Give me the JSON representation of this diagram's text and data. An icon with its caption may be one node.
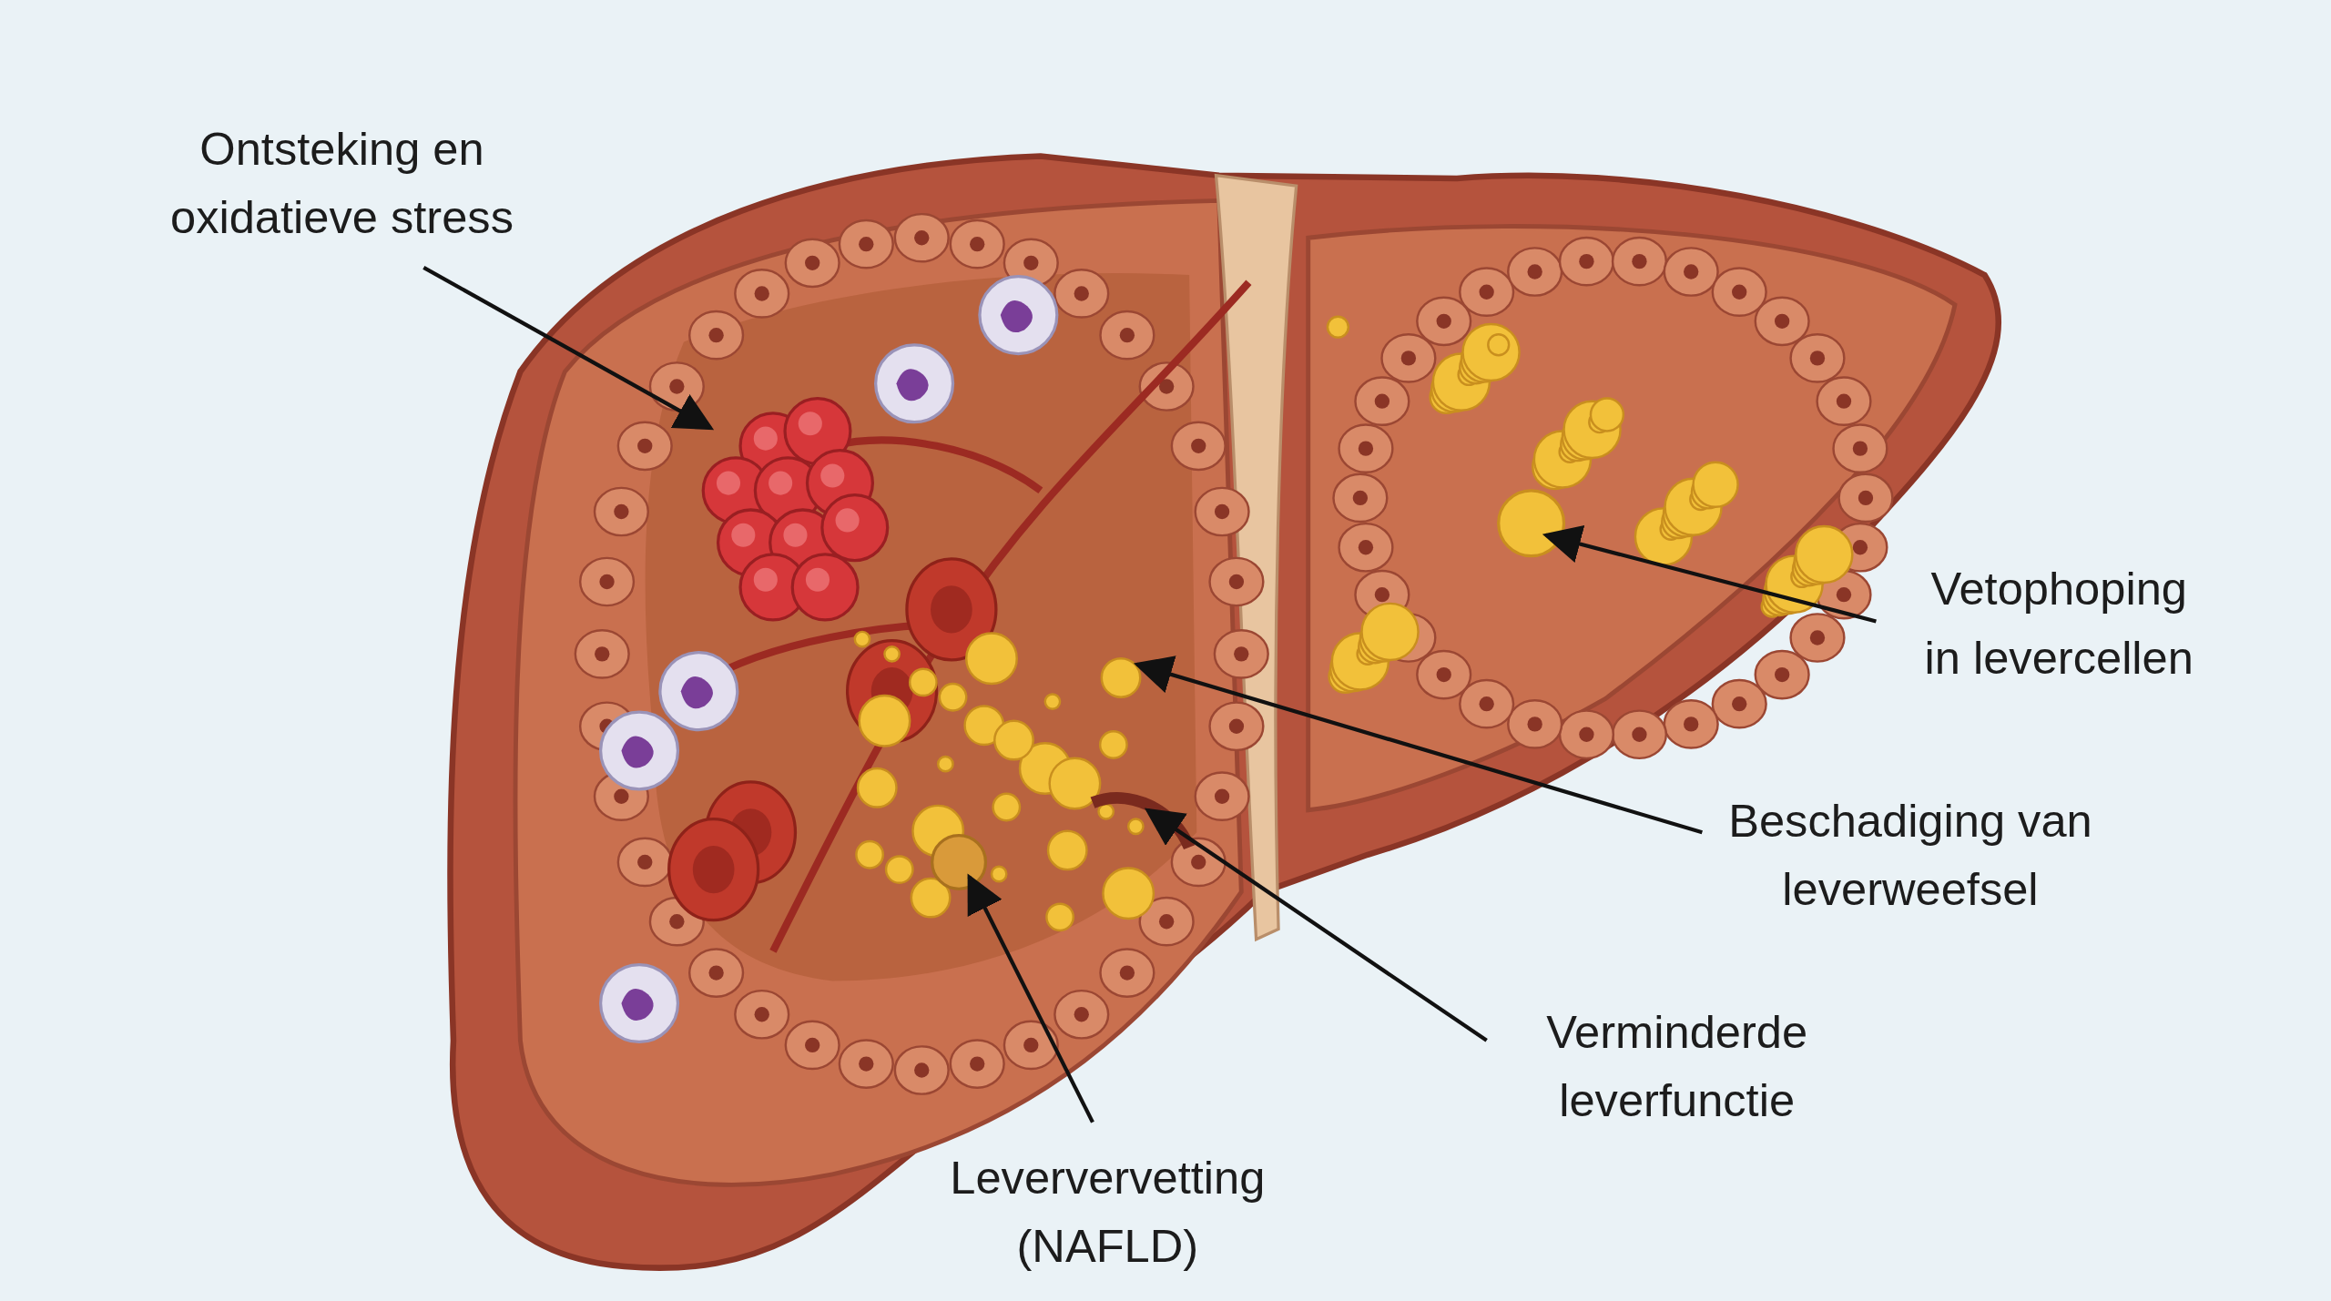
{
  "diagram": {
    "nodes": [
      {
        "text": [
          "Ontsteking en oxidatieve stress"
        ]
      },
      {
        "text": [
          "Vetophoping in levercellen"
        ]
      },
      {
        "text": [
          "Beschadiging van leverweefsel"
        ]
      },
      {
        "text": [
          "Verminderde leverfunctie"
        ]
      },
      {
        "text": [
          "Leververvetting (NAFLD)"
        ]
      }
    ],
    "edges": [
      {
        "from": 0,
        "to": null,
        "arrow": "to"
      },
      {
        "from": 1,
        "to": null,
        "arrow": "to"
      },
      {
        "from": 2,
        "to": null,
        "arrow": "to"
      },
      {
        "from": 3,
        "to": null,
        "arrow": "to"
      },
      {
        "from": 4,
        "to": null,
        "arrow": "to"
      }
    ]
  }
}
